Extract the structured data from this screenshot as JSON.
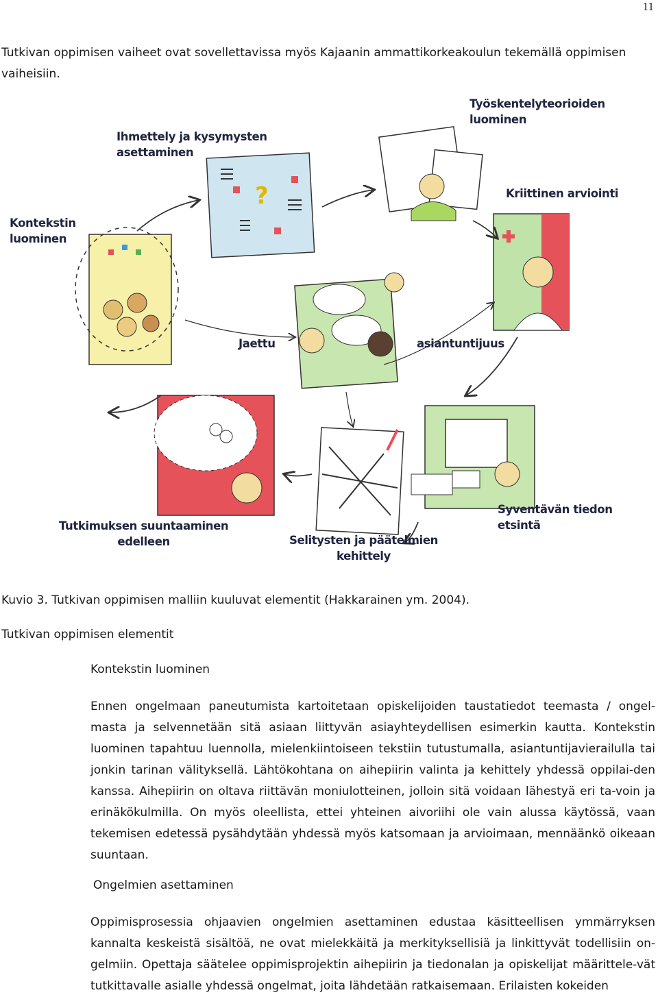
{
  "page_number": "11",
  "intro": "Tutkivan oppimisen vaiheet ovat sovellettavissa myös Kajaanin ammattikorkeakoulun tekemällä oppimisen vaiheisiin.",
  "figure": {
    "labels": {
      "tyoskentely": "Työskentelyteorioiden\nluominen",
      "ihmettely": "Ihmettely ja kysymysten\nasettaminen",
      "kriittinen": "Kriittinen arviointi",
      "konteksti": "Kontekstin\nluominen",
      "jaettu": "Jaettu",
      "asiantuntijuus": "asiantuntijuus",
      "syventava": "Syventävän tiedon\netsintä",
      "suuntaaminen": "Tutkimuksen suuntaaminen\nedelleen",
      "selitysten": "Selitysten ja päätelmien\nkehittely"
    }
  },
  "caption": "Kuvio 3. Tutkivan oppimisen malliin kuuluvat elementit (Hakkarainen ym. 2004).",
  "section_title": "Tutkivan oppimisen elementit",
  "subsections": [
    {
      "heading": "Kontekstin luominen",
      "paragraph": "Ennen ongelmaan paneutumista kartoitetaan opiskelijoiden taustatiedot teemasta / ongel-masta ja selvennetään sitä asiaan liittyvän asiayhteydellisen esimerkin kautta. Kontekstin luominen tapahtuu luennolla, mielenkiintoiseen tekstiin tutustumalla, asiantuntijavierailulla tai jonkin tarinan välityksellä. Lähtökohtana on aihepiirin valinta ja kehittely yhdessä oppilai-den kanssa. Aihepiirin on oltava riittävän moniulotteinen, jolloin sitä voidaan lähestyä eri ta-voin ja erinäkökulmilla. On myös oleellista, ettei yhteinen aivoriihi ole vain alussa käytössä, vaan tekemisen edetessä pysähdytään yhdessä myös katsomaan ja arvioimaan, mennäänkö oikeaan suuntaan."
    },
    {
      "heading": "Ongelmien asettaminen",
      "paragraph": "Oppimisprosessia ohjaavien ongelmien asettaminen edustaa käsitteellisen ymmärryksen kannalta keskeistä sisältöä, ne ovat mielekkäitä ja merkityksellisiä ja linkittyvät todellisiin on-gelmiin. Opettaja säätelee oppimisprojektin aihepiirin ja tiedonalan ja opiskelijat määrittele-vät tutkittavalle asialle yhdessä ongelmat, joita lähdetään ratkaisemaan. Erilaisten kokeiden"
    }
  ],
  "colors": {
    "label_ink": "#1f2540",
    "panel_yellow": "#f7f0a8",
    "panel_blue": "#cfe6f0",
    "panel_green": "#c8e6b0",
    "panel_red": "#e5525a",
    "sketch_line": "#333333"
  }
}
